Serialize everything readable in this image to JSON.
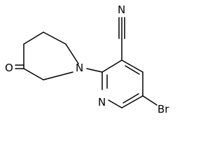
{
  "molecule": {
    "atoms": {
      "nitrile_n": "N",
      "ring_n_pyridine": "N",
      "ring_n_piperidine": "N",
      "carbonyl_o": "O",
      "bromine": "Br"
    },
    "colors": {
      "bond": "#000000",
      "label": "#000000",
      "background": "#ffffff"
    }
  }
}
